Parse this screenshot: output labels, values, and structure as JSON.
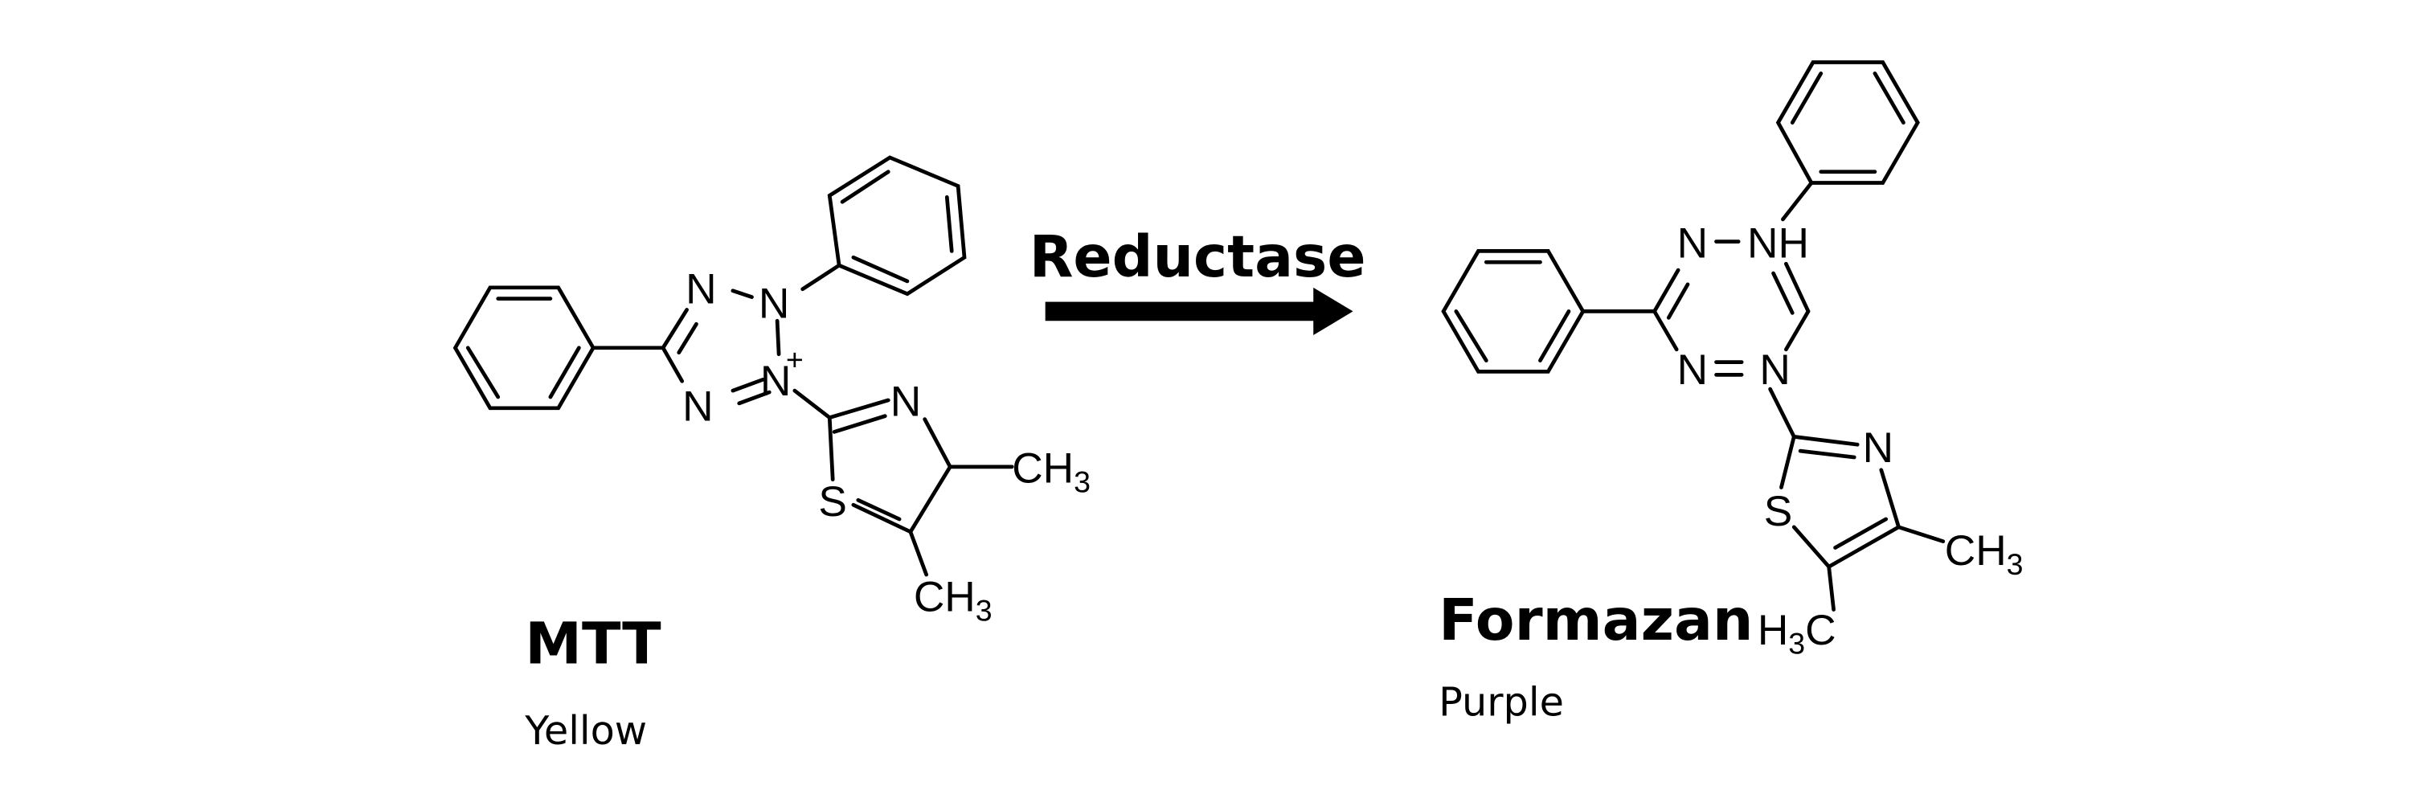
{
  "reaction": {
    "enzyme_label": "Reductase"
  },
  "reactant": {
    "name": "MTT",
    "color_label": "Yellow",
    "atoms": {
      "n1": "N",
      "n2": "N",
      "n3": "N",
      "n4": "N",
      "plus": "+",
      "thiazole_n": "N",
      "thiazole_s": "S",
      "methyl_a": "CH",
      "methyl_a_sub": "3",
      "methyl_b": "CH",
      "methyl_b_sub": "3"
    }
  },
  "product": {
    "name": "Formazan",
    "color_label": "Purple",
    "atoms": {
      "n_top_left": "N",
      "nh": "NH",
      "n_bottom_left": "N",
      "n_bottom_right": "N",
      "thiazole_n": "N",
      "thiazole_s": "S",
      "methyl_right": "CH",
      "methyl_right_sub": "3",
      "methyl_left_prefix": "H",
      "methyl_left_sub": "3",
      "methyl_left_suffix": "C"
    }
  },
  "colors": {
    "ink": "#000000",
    "background": "#ffffff"
  }
}
